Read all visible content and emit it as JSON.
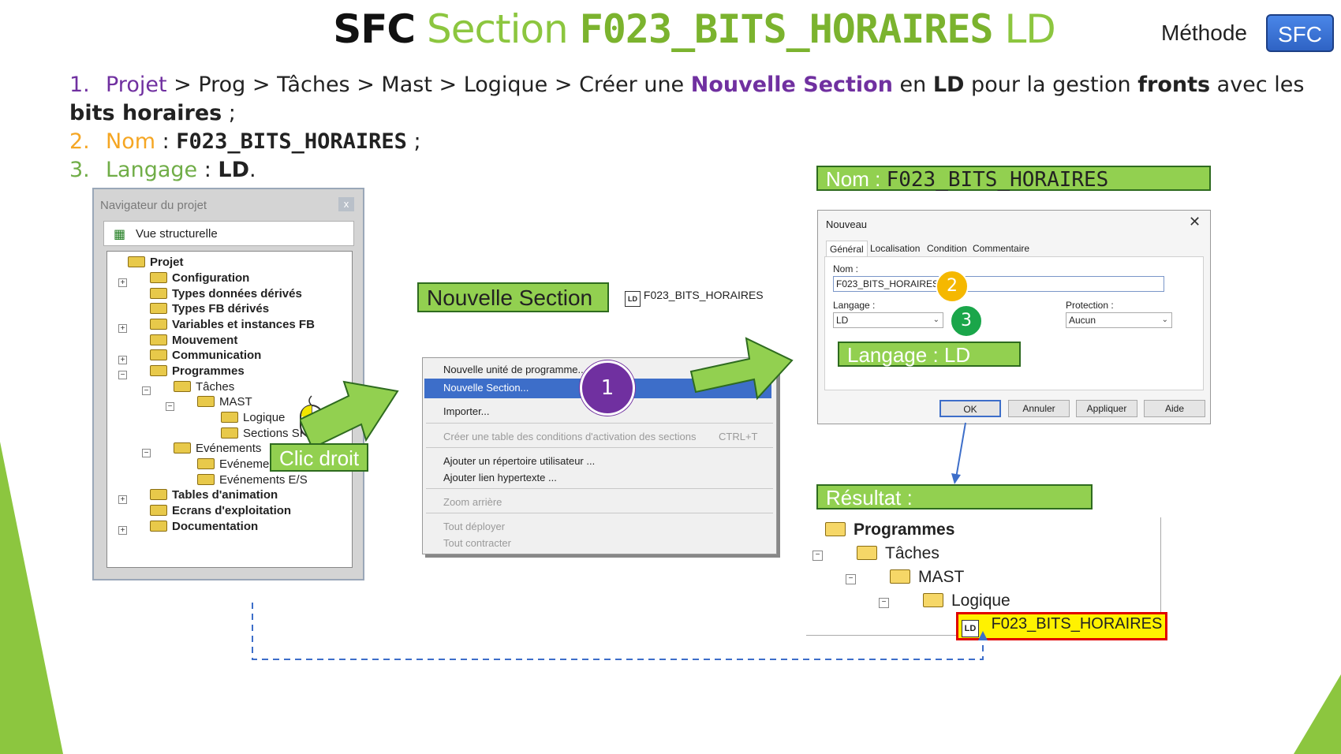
{
  "title": {
    "part1": "SFC",
    "part2": "Section",
    "part3": "F023_BITS_HORAIRES",
    "part4": "LD"
  },
  "header": {
    "methode": "Méthode",
    "badge": "SFC"
  },
  "steps": {
    "s1": {
      "num": "1.",
      "a": "Projet",
      "b": " > Prog > Tâches > Mast > Logique > Créer une ",
      "c": "Nouvelle Section",
      "d": " en ",
      "e": "LD",
      "f": " pour la gestion ",
      "g": "fronts",
      "h": " avec les ",
      "i": "bits horaires",
      "j": " ;"
    },
    "s2": {
      "num": "2.",
      "a": "Nom",
      "b": " : ",
      "c": "F023_BITS_HORAIRES",
      "d": " ;"
    },
    "s3": {
      "num": "3.",
      "a": "Langage",
      "b": " : ",
      "c": "LD",
      "d": "."
    }
  },
  "navigator": {
    "title": "Navigateur du projet",
    "close": "x",
    "view": "Vue structurelle",
    "items": [
      "Projet",
      "Configuration",
      "Types données dérivés",
      "Types FB dérivés",
      "Variables et instances FB",
      "Mouvement",
      "Communication",
      "Programmes",
      "Tâches",
      "MAST",
      "Logique",
      "Sections SR",
      "Evénements",
      "Evénements TIMER",
      "Evénements E/S",
      "Tables d'animation",
      "Ecrans d'exploitation",
      "Documentation"
    ]
  },
  "labels": {
    "clic_droit": "Clic droit",
    "nouvelle_section": "Nouvelle Section",
    "new_item": "F023_BITS_HORAIRES",
    "nom": "Nom : ",
    "nom_val": "F023_BITS_HORAIRES",
    "langage": "Langage : LD",
    "resultat": "Résultat :"
  },
  "menu": {
    "items": [
      "Nouvelle unité de programme...",
      "Nouvelle Section...",
      "Importer...",
      "Créer une table des conditions d'activation des sections",
      "Ajouter un répertoire utilisateur ...",
      "Ajouter lien hypertexte ...",
      "Zoom arrière",
      "Tout déployer",
      "Tout contracter"
    ],
    "shortcut": "CTRL+T"
  },
  "circles": {
    "c1": "1",
    "c2": "2",
    "c3": "3"
  },
  "dialog": {
    "title": "Nouveau",
    "close": "✕",
    "tabs": [
      "Général",
      "Localisation",
      "Condition",
      "Commentaire"
    ],
    "nom_label": "Nom :",
    "nom_value": "F023_BITS_HORAIRES|",
    "langage_label": "Langage :",
    "langage_value": "LD",
    "protection_label": "Protection :",
    "protection_value": "Aucun",
    "buttons": [
      "OK",
      "Annuler",
      "Appliquer",
      "Aide"
    ]
  },
  "result": {
    "items": [
      "Programmes",
      "Tâches",
      "MAST",
      "Logique",
      "F023_BITS_HORAIRES"
    ],
    "ld": "LD"
  },
  "colors": {
    "green": "#92d050",
    "purple": "#7030a0",
    "orange": "#f5a623",
    "blue": "#2f63c4"
  }
}
